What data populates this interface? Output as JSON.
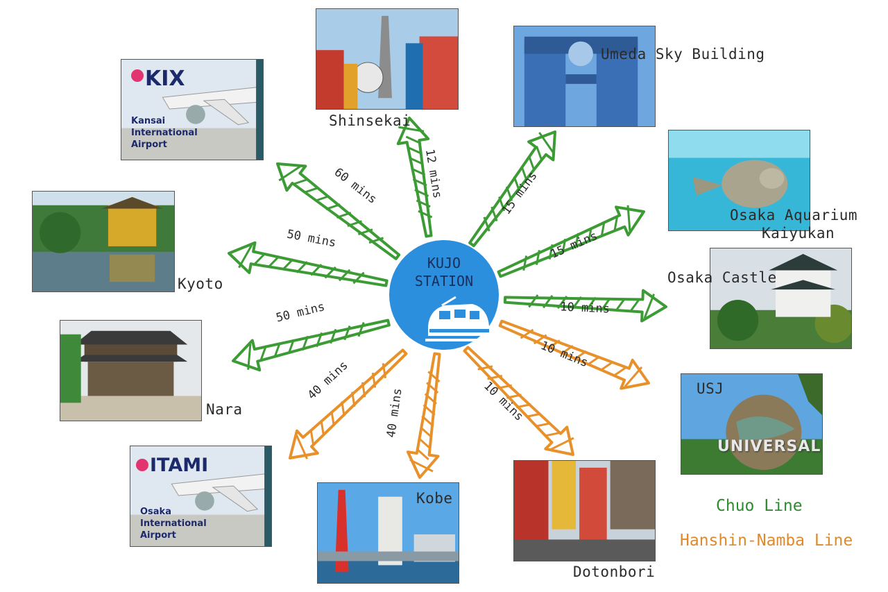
{
  "hub": {
    "title_line1": "KUJO",
    "title_line2": "STATION",
    "icon": "train-icon"
  },
  "lines": {
    "chuo": {
      "name": "Chuo Line",
      "color": "#3d9b35"
    },
    "hanshin": {
      "name": "Hanshin-Namba Line",
      "color": "#e8912a"
    }
  },
  "destinations": [
    {
      "id": "shinsekai",
      "label": "Shinsekai",
      "time": "12 mins",
      "line": "chuo"
    },
    {
      "id": "umeda",
      "label": "Umeda Sky Building",
      "time": "15 mins",
      "line": "chuo"
    },
    {
      "id": "aquarium",
      "label_line1": "Osaka Aquarium",
      "label_line2": "Kaiyukan",
      "time": "15 mins",
      "line": "chuo"
    },
    {
      "id": "castle",
      "label": "Osaka Castle",
      "time": "10 mins",
      "line": "chuo"
    },
    {
      "id": "usj",
      "label": "USJ",
      "time": "10 mins",
      "line": "hanshin"
    },
    {
      "id": "dotonbori",
      "label": "Dotonbori",
      "time": "10 mins",
      "line": "hanshin"
    },
    {
      "id": "kobe",
      "label": "Kobe",
      "time": "40 mins",
      "line": "hanshin"
    },
    {
      "id": "itami",
      "code": "ITAMI",
      "name_line1": "Osaka",
      "name_line2": "International",
      "name_line3": "Airport",
      "time": "40 mins",
      "line": "hanshin"
    },
    {
      "id": "nara",
      "label": "Nara",
      "time": "50 mins",
      "line": "chuo"
    },
    {
      "id": "kyoto",
      "label": "Kyoto",
      "time": "50 mins",
      "line": "chuo"
    },
    {
      "id": "kix",
      "code": "KIX",
      "name_line1": "Kansai",
      "name_line2": "International",
      "name_line3": "Airport",
      "time": "60 mins",
      "line": "chuo"
    }
  ],
  "usj_sign": "UNIVERSAL"
}
